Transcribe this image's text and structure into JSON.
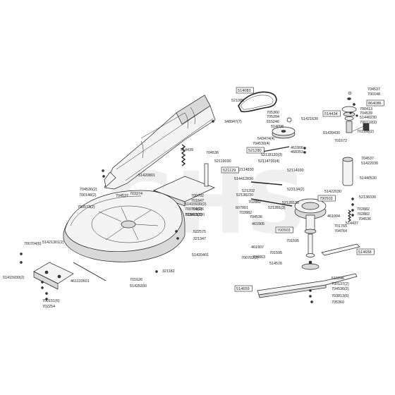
{
  "diagram": {
    "watermark_text": "GHS",
    "colors": {
      "ink": "#1a1a1a",
      "part_fill": "#f4f4f4",
      "shade": "#d9d9d9",
      "watermark": "#e6e6e6"
    },
    "boxed_labels": [
      "514083",
      "514434",
      "864086",
      "521280",
      "521129",
      "700503",
      "700503",
      "514658",
      "514659"
    ],
    "part_labels": [
      "704537",
      "700148",
      "700413",
      "704539",
      "51440230",
      "700119(2)",
      "521089",
      "348947(7)",
      "705360",
      "705284",
      "515246",
      "514098",
      "51421630",
      "51439430",
      "701168(2)",
      "543474(4)",
      "704530(4)",
      "461906",
      "468353",
      "701672",
      "514439",
      "704536",
      "52119030",
      "52118130(3)",
      "52114730(4)",
      "704537",
      "51422030",
      "704536(2)",
      "700148(2)",
      "51420801",
      "52114930",
      "52114830",
      "514412830",
      "51440530",
      "700573(2)",
      "703374",
      "704537",
      "700702",
      "701647",
      "701626",
      "515425330",
      "521202",
      "52138230",
      "523134(2)",
      "51422030",
      "52138330",
      "51415930(2)",
      "700704(2)",
      "703813(2)",
      "702882",
      "607801",
      "702882",
      "704536",
      "461904",
      "702882",
      "702882",
      "704536",
      "52128130",
      "521281(3)",
      "461905",
      "514437",
      "701765",
      "704764",
      "522575",
      "321347",
      "700704(6)",
      "51421301(2)",
      "701595",
      "461907",
      "700702(2)",
      "701595",
      "704863",
      "514576",
      "51420401",
      "321182",
      "51415930(2)",
      "461133601",
      "701626",
      "51425330",
      "515246",
      "700137(2)",
      "704536(2)",
      "703813(6)",
      "700151(6)",
      "702254",
      "705360"
    ]
  }
}
